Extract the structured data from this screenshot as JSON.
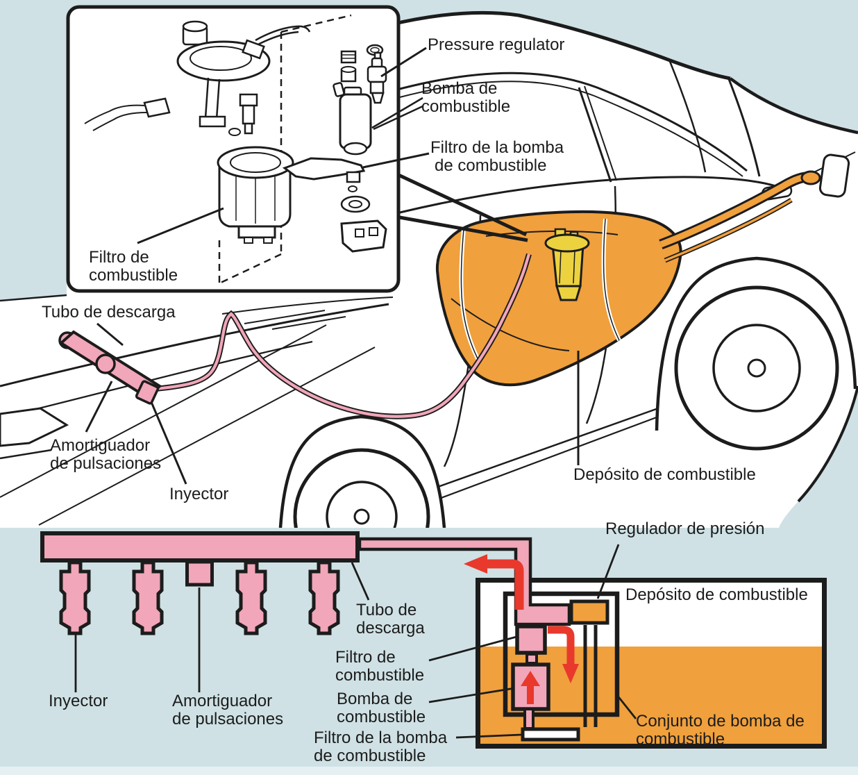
{
  "figure": {
    "description_kind": "automotive fuel system diagram",
    "language": "Spanish (one English label)"
  },
  "colors": {
    "bg": "#cfe1e5",
    "ink": "#1c1c1c",
    "pink": "#f1a6b9",
    "orange": "#f0a03c",
    "yellow": "#ecd23f",
    "red": "#e8392c",
    "paper": "#ffffff",
    "strip": "#e5f0f3"
  },
  "labels": {
    "pressure_regulator": {
      "l1": "Pressure regulator"
    },
    "bomba_top": {
      "l1": "Bomba de",
      "l2": "combustible"
    },
    "filtro_bomba_top": {
      "l1": "Filtro de la bomba",
      "l2": "de combustible"
    },
    "filtro_inset": {
      "l1": "Filtro de",
      "l2": "combustible"
    },
    "tubo_car": {
      "l1": "Tubo de descarga"
    },
    "amort_car": {
      "l1": "Amortiguador",
      "l2": "de pulsaciones"
    },
    "inyector_car": {
      "l1": "Inyector"
    },
    "deposito_car": {
      "l1": "Depósito de combustible"
    },
    "inyector_sch": {
      "l1": "Inyector"
    },
    "amort_sch": {
      "l1": "Amortiguador",
      "l2": "de pulsaciones"
    },
    "tubo_sch": {
      "l1": "Tubo de",
      "l2": "descarga"
    },
    "filtro_sch": {
      "l1": "Filtro de",
      "l2": "combustible"
    },
    "bomba_sch": {
      "l1": "Bomba de",
      "l2": "combustible"
    },
    "filtro_bomba_sch": {
      "l1": "Filtro de la bomba",
      "l2": "de combustible"
    },
    "regulador_sch": {
      "l1": "Regulador de presión"
    },
    "deposito_sch": {
      "l1": "Depósito de combustible"
    },
    "conjunto_sch": {
      "l1": "Conjunto de bomba de",
      "l2": "combustible"
    }
  }
}
